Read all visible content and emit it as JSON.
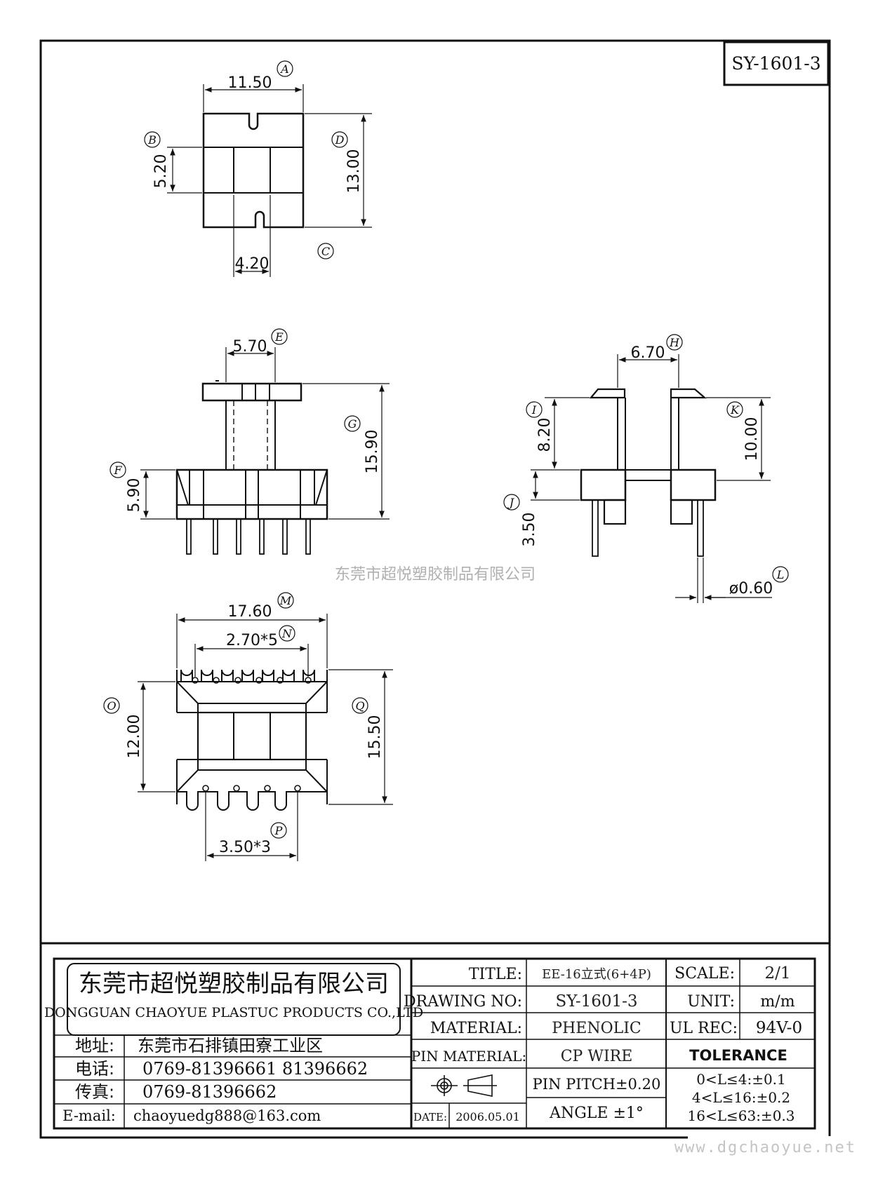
{
  "drawing_number_box": "SY-1601-3",
  "watermark": "东莞市超悦塑胶制品有限公司",
  "site_url": "www.dgchaoyue.net",
  "top_view": {
    "dim_width": "11.50",
    "dim_width_ref": "A",
    "dim_slot": "5.20",
    "dim_slot_ref": "B",
    "dim_gap": "4.20",
    "dim_gap_ref": "C",
    "dim_height": "13.00",
    "dim_height_ref": "D"
  },
  "front_view": {
    "dim_core": "5.70",
    "dim_core_ref": "E",
    "dim_base": "5.90",
    "dim_base_ref": "F",
    "dim_total": "15.90",
    "dim_total_ref": "G"
  },
  "side_view": {
    "dim_core": "6.70",
    "dim_core_ref": "H",
    "dim_upper": "8.20",
    "dim_upper_ref": "I",
    "dim_pin": "3.50",
    "dim_pin_ref": "J",
    "dim_total": "10.00",
    "dim_total_ref": "K",
    "dim_pin_dia": "ø0.60",
    "dim_pin_dia_ref": "L"
  },
  "bottom_view": {
    "dim_width": "17.60",
    "dim_width_ref": "M",
    "dim_pitch_top": "2.70*5",
    "dim_pitch_top_ref": "N",
    "dim_inner": "12.00",
    "dim_inner_ref": "O",
    "dim_pitch_bottom": "3.50*3",
    "dim_pitch_bottom_ref": "P",
    "dim_outer": "15.50",
    "dim_outer_ref": "Q"
  },
  "company": {
    "name_cn": "东莞市超悦塑胶制品有限公司",
    "name_en": "DONGGUAN CHAOYUE PLASTUC PRODUCTS CO.,LTD",
    "address_label": "地址:",
    "address": "东莞市石排镇田寮工业区",
    "tel_label": "电话:",
    "tel": "0769-81396661   81396662",
    "fax_label": "传真:",
    "fax": "0769-81396662",
    "email_label": "E-mail:",
    "email": "chaoyuedg888@163.com"
  },
  "title_block": {
    "title_label": "TITLE:",
    "title": "EE-16立式(6+4P)",
    "drawing_no_label": "DRAWING NO:",
    "drawing_no": "SY-1601-3",
    "material_label": "MATERIAL:",
    "material": "PHENOLIC",
    "pin_material_label": "PIN MATERIAL:",
    "pin_material": "CP WIRE",
    "date_label": "DATE:",
    "date": "2006.05.01",
    "pin_pitch": "PIN PITCH±0.20",
    "angle": "ANGLE  ±1°",
    "scale_label": "SCALE:",
    "scale": "2/1",
    "unit_label": "UNIT:",
    "unit": "m/m",
    "ul_label": "UL REC:",
    "ul": "94V-0",
    "tolerance_label": "TOLERANCE",
    "tol1": "0<L≤4:±0.1",
    "tol2": "4<L≤16:±0.2",
    "tol3": "16<L≤63:±0.3"
  }
}
